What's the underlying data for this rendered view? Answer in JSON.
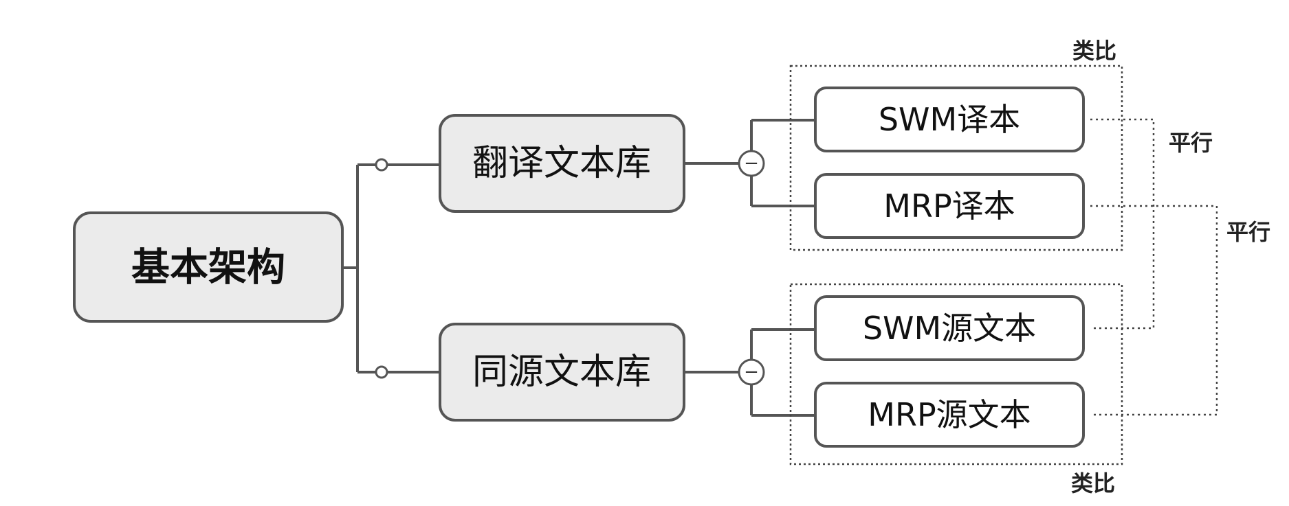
{
  "root": {
    "label": "基本架构"
  },
  "branches": [
    {
      "label": "翻译文本库",
      "collapse_symbol": "−",
      "children": [
        {
          "label": "SWM译本"
        },
        {
          "label": "MRP译本"
        }
      ]
    },
    {
      "label": "同源文本库",
      "collapse_symbol": "−",
      "children": [
        {
          "label": "SWM源文本"
        },
        {
          "label": "MRP源文本"
        }
      ]
    }
  ],
  "annotations": {
    "analogy_top": "类比",
    "analogy_bottom": "类比",
    "parallel_swm": "平行",
    "parallel_mrp": "平行"
  },
  "colors": {
    "node_fill": "#ebebeb",
    "leaf_fill": "#ffffff",
    "stroke": "#555555"
  }
}
